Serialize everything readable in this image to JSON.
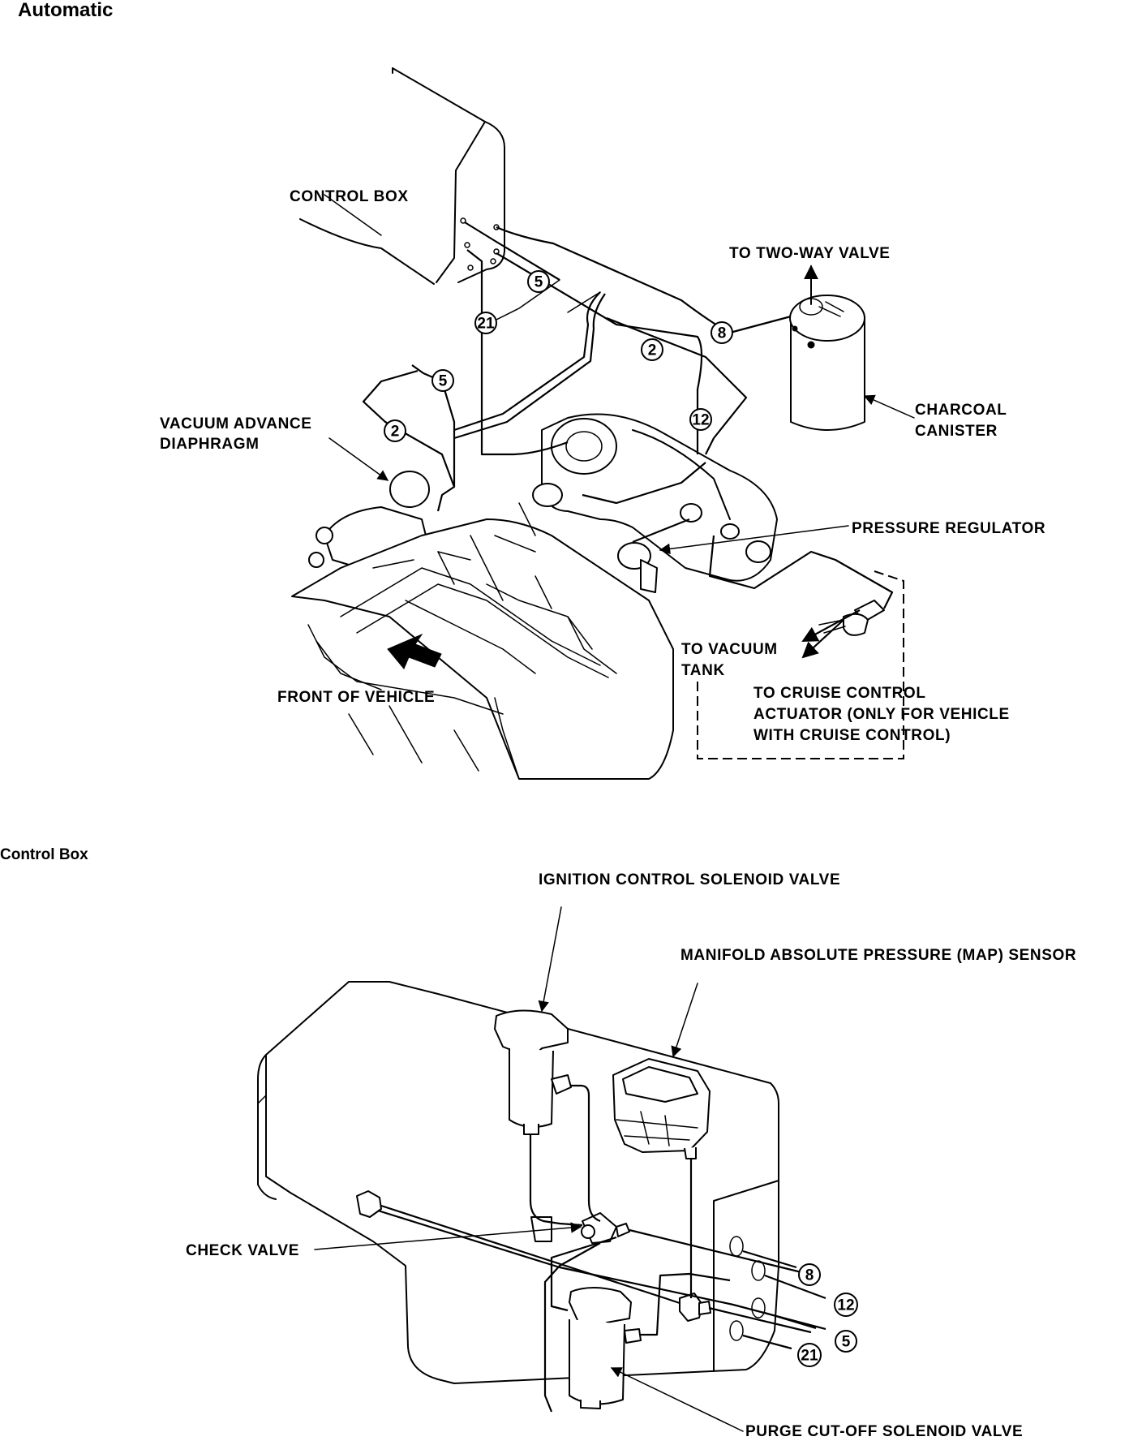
{
  "sections": {
    "automatic_title": "Automatic",
    "control_box_title": "Control Box"
  },
  "top_labels": {
    "control_box": "CONTROL BOX",
    "to_two_way_valve": "TO TWO-WAY VALVE",
    "charcoal_canister_1": "CHARCOAL",
    "charcoal_canister_2": "CANISTER",
    "vacuum_advance_1": "VACUUM ADVANCE",
    "vacuum_advance_2": "DIAPHRAGM",
    "pressure_regulator": "PRESSURE REGULATOR",
    "to_vacuum_tank_1": "TO VACUUM",
    "to_vacuum_tank_2": "TANK",
    "front_of_vehicle": "FRONT OF VEHICLE",
    "cruise_1": "TO CRUISE CONTROL",
    "cruise_2": "ACTUATOR (ONLY FOR VEHICLE",
    "cruise_3": "WITH CRUISE CONTROL)"
  },
  "top_hose_numbers": {
    "n5a": "5",
    "n21": "21",
    "n8": "8",
    "n2a": "2",
    "n5b": "5",
    "n12": "12",
    "n2b": "2"
  },
  "bottom_labels": {
    "ignition_control_solenoid_valve": "IGNITION CONTROL SOLENOID VALVE",
    "map_sensor": "MANIFOLD ABSOLUTE PRESSURE (MAP) SENSOR",
    "check_valve": "CHECK VALVE",
    "purge_cutoff_solenoid_valve": "PURGE CUT-OFF SOLENOID VALVE"
  },
  "bottom_hose_numbers": {
    "n8": "8",
    "n12": "12",
    "n5": "5",
    "n21": "21"
  }
}
